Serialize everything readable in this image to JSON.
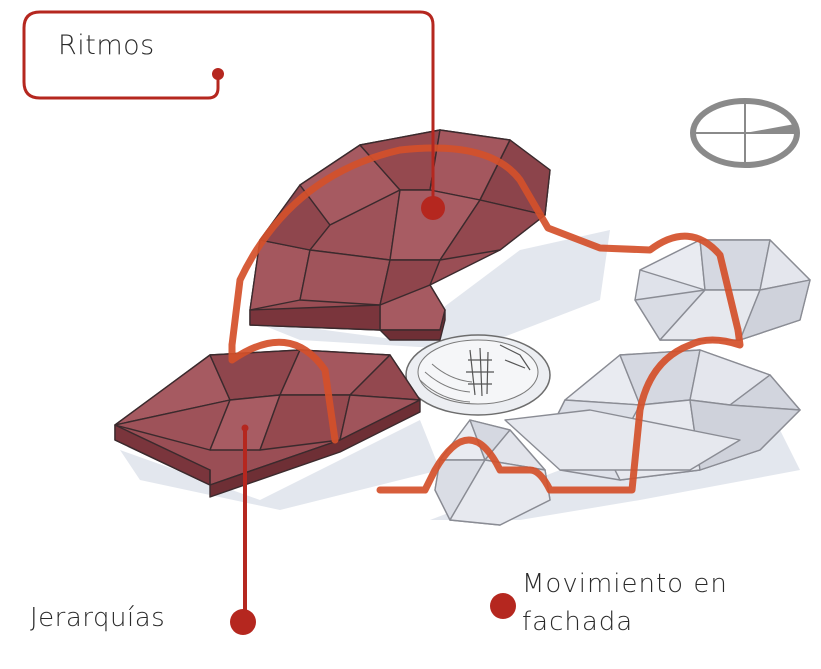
{
  "labels": {
    "ritmos": "Ritmos",
    "jerarquias": "Jerarquías",
    "movimiento_line1": "Movimiento  en",
    "movimiento_line2": "fachada"
  },
  "colors": {
    "accent_red": "#b5271f",
    "rhythm_line": "#d4502a",
    "primary_volume_fill": "#9a4e55",
    "primary_volume_dark": "#7a353c",
    "secondary_volume_fill": "#dfe2ea",
    "secondary_volume_stroke": "#8a8c94",
    "shadow": "#dfe4ec",
    "compass": "#8a8a8a",
    "text": "#2a2a2a"
  },
  "icons": {
    "compass": "north-arrow-compass-icon",
    "marker": "red-dot-marker-icon"
  }
}
